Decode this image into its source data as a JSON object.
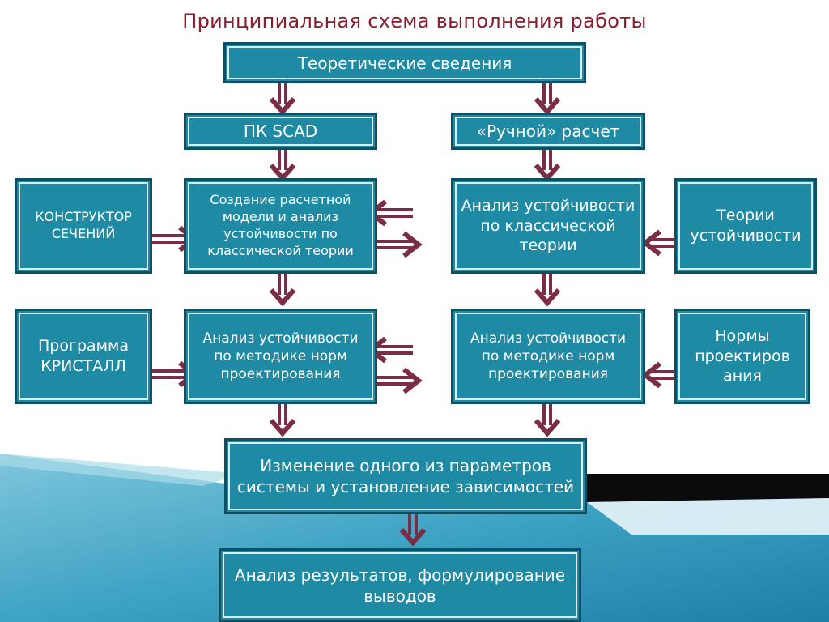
{
  "title": "Принципиальная схема выполнения работы",
  "colors": {
    "box_fill": "#1f8aa3",
    "box_border": "#0d4f63",
    "arrow": "#7a2d45",
    "title": "#8a1c2b"
  },
  "nodes": {
    "theory_info": "Теоретические сведения",
    "pk_scad": "ПК SCAD",
    "manual_calc": "«Ручной» расчет",
    "section_constructor": "КОНСТРУКТОР СЕЧЕНИЙ",
    "create_model": "Создание расчетной модели и анализ устойчивости по классической теории",
    "classic_analysis": "Анализ устойчивости по классической теории",
    "stability_theories": "Теории устойчивости",
    "kristall_program": "Программа КРИСТАЛЛ",
    "norms_analysis_left": "Анализ устойчивости по методике норм проектирования",
    "norms_analysis_right": "Анализ устойчивости по методике норм проектирования",
    "design_norms": "Нормы проектиров ания",
    "parameter_change": "Изменение одного из параметров системы и установление зависимостей",
    "results_analysis": "Анализ результатов, формулирование выводов"
  }
}
